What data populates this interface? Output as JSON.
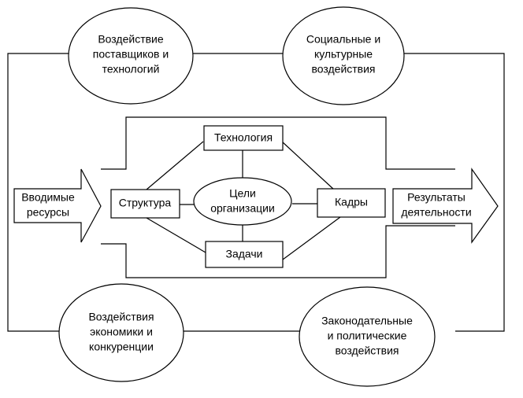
{
  "influences": {
    "suppliers": [
      "Воздействие",
      "поставщиков и",
      "технологий"
    ],
    "social": [
      "Социальные и",
      "культурные",
      "воздействия"
    ],
    "economy": [
      "Воздействия",
      "экономики и",
      "конкуренции"
    ],
    "legislation": [
      "Законодательные",
      "и политические",
      "воздействия"
    ]
  },
  "input_arrow": [
    "Вводимые",
    "ресурсы"
  ],
  "output_arrow": [
    "Результаты",
    "деятельности"
  ],
  "core": {
    "technology": "Технология",
    "structure": "Структура",
    "goals": [
      "Цели",
      "организации"
    ],
    "personnel": "Кадры",
    "tasks": "Задачи"
  }
}
